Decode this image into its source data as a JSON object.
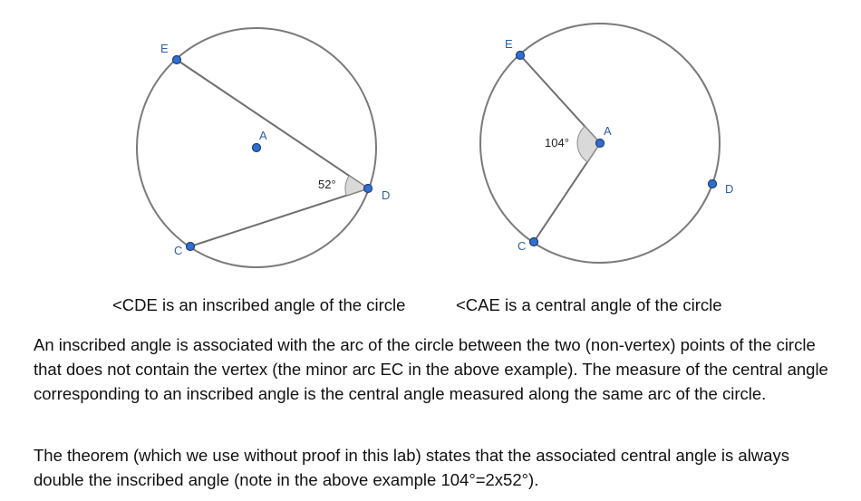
{
  "diagram1": {
    "points": {
      "E": "E",
      "A": "A",
      "C": "C",
      "D": "D"
    },
    "angle_label": "52°"
  },
  "diagram2": {
    "points": {
      "E": "E",
      "A": "A",
      "C": "C",
      "D": "D"
    },
    "angle_label": "104°"
  },
  "captions": {
    "left": "<CDE is an inscribed angle of the circle",
    "right": "<CAE is a central angle of the circle"
  },
  "paragraphs": {
    "p1": "An inscribed angle is associated with the arc of the circle between the two (non-vertex) points of the circle that does not contain the vertex (the minor arc EC in the above example). The measure of the central angle corresponding to an inscribed angle is the central angle measured along the same arc of the circle.",
    "p2": "The theorem (which we use without proof in this lab) states that the associated central angle is always double the inscribed angle (note in the above example 104°=2x52°)."
  },
  "colors": {
    "point_fill": "#2f6fd0",
    "point_label": "#2b5fa8",
    "circle_stroke": "#7a7a7a",
    "angle_fill": "#d9d9d9"
  }
}
